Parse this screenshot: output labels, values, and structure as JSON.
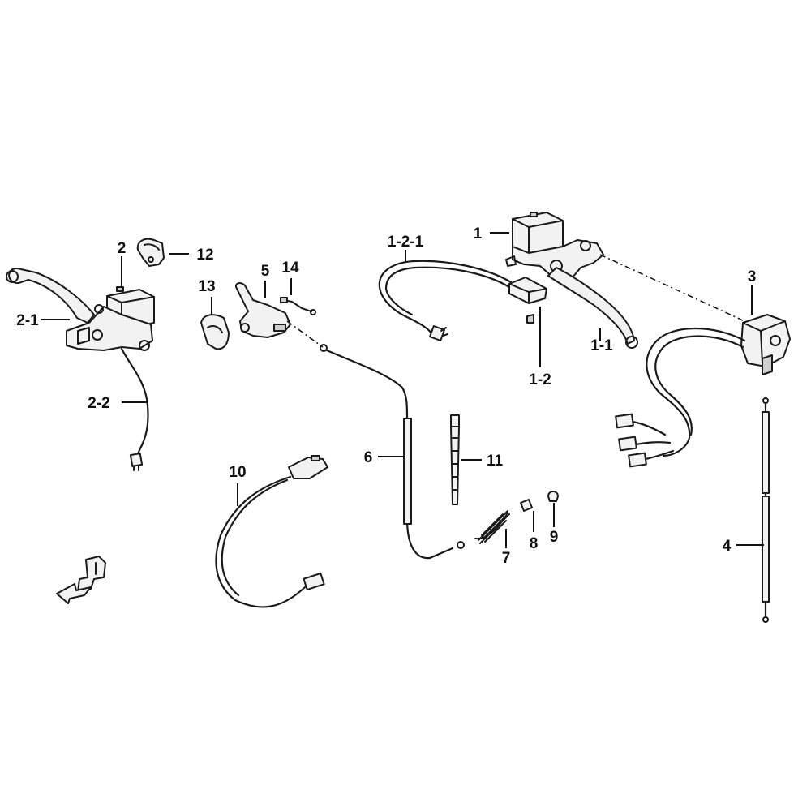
{
  "callouts": {
    "c1": "1",
    "c1_1": "1-1",
    "c1_2": "1-2",
    "c1_2_1": "1-2-1",
    "c2": "2",
    "c2_1": "2-1",
    "c2_2": "2-2",
    "c3": "3",
    "c4": "4",
    "c5": "5",
    "c6": "6",
    "c7": "7",
    "c8": "8",
    "c9": "9",
    "c10": "10",
    "c11": "11",
    "c12": "12",
    "c13": "13",
    "c14": "14"
  }
}
